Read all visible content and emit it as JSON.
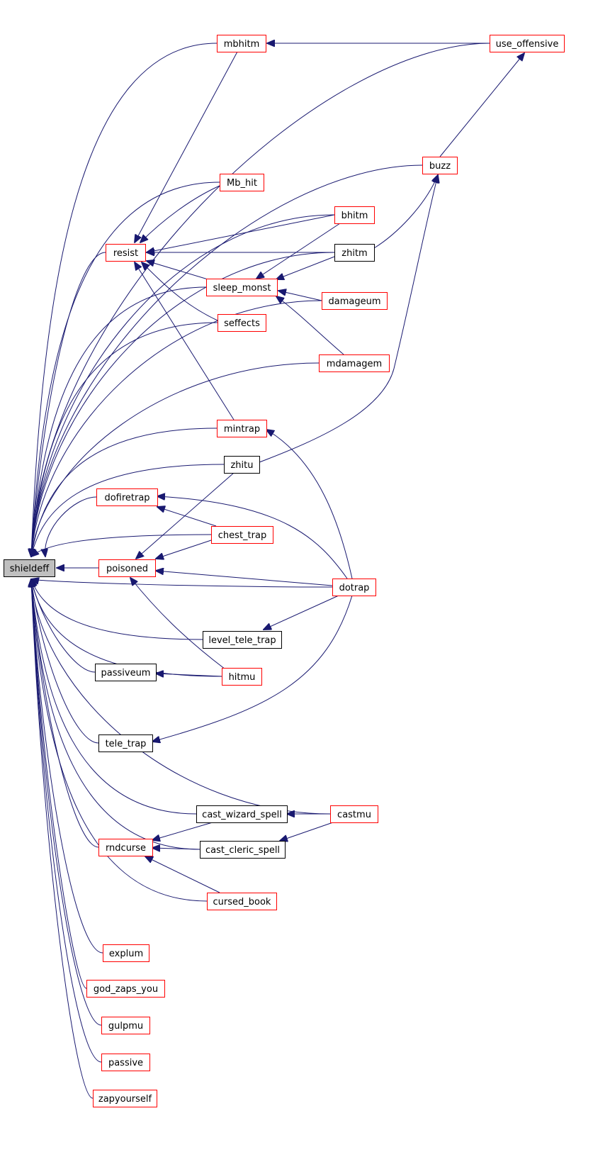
{
  "colors": {
    "edge": "#191970",
    "border_red": "#ff0000",
    "border_black": "#000000",
    "root_fill": "#bfbfbf",
    "fill": "#ffffff"
  },
  "graph": {
    "root": "shieldeff",
    "nodes": [
      {
        "id": "shieldeff",
        "label": "shieldeff",
        "style": "root"
      },
      {
        "id": "mbhitm",
        "label": "mbhitm",
        "style": "red"
      },
      {
        "id": "use_offensive",
        "label": "use_offensive",
        "style": "red"
      },
      {
        "id": "buzz",
        "label": "buzz",
        "style": "red"
      },
      {
        "id": "Mb_hit",
        "label": "Mb_hit",
        "style": "red"
      },
      {
        "id": "bhitm",
        "label": "bhitm",
        "style": "red"
      },
      {
        "id": "resist",
        "label": "resist",
        "style": "red"
      },
      {
        "id": "zhitm",
        "label": "zhitm",
        "style": "black"
      },
      {
        "id": "sleep_monst",
        "label": "sleep_monst",
        "style": "red"
      },
      {
        "id": "damageum",
        "label": "damageum",
        "style": "red"
      },
      {
        "id": "seffects",
        "label": "seffects",
        "style": "red"
      },
      {
        "id": "mdamagem",
        "label": "mdamagem",
        "style": "red"
      },
      {
        "id": "mintrap",
        "label": "mintrap",
        "style": "red"
      },
      {
        "id": "zhitu",
        "label": "zhitu",
        "style": "black"
      },
      {
        "id": "dofiretrap",
        "label": "dofiretrap",
        "style": "red"
      },
      {
        "id": "chest_trap",
        "label": "chest_trap",
        "style": "red"
      },
      {
        "id": "poisoned",
        "label": "poisoned",
        "style": "red"
      },
      {
        "id": "dotrap",
        "label": "dotrap",
        "style": "red"
      },
      {
        "id": "level_tele_trap",
        "label": "level_tele_trap",
        "style": "black"
      },
      {
        "id": "passiveum",
        "label": "passiveum",
        "style": "black"
      },
      {
        "id": "hitmu",
        "label": "hitmu",
        "style": "red"
      },
      {
        "id": "tele_trap",
        "label": "tele_trap",
        "style": "black"
      },
      {
        "id": "cast_wizard_spell",
        "label": "cast_wizard_spell",
        "style": "black"
      },
      {
        "id": "castmu",
        "label": "castmu",
        "style": "red"
      },
      {
        "id": "rndcurse",
        "label": "rndcurse",
        "style": "red"
      },
      {
        "id": "cast_cleric_spell",
        "label": "cast_cleric_spell",
        "style": "black"
      },
      {
        "id": "cursed_book",
        "label": "cursed_book",
        "style": "red"
      },
      {
        "id": "explum",
        "label": "explum",
        "style": "red"
      },
      {
        "id": "god_zaps_you",
        "label": "god_zaps_you",
        "style": "red"
      },
      {
        "id": "gulpmu",
        "label": "gulpmu",
        "style": "red"
      },
      {
        "id": "passive",
        "label": "passive",
        "style": "red"
      },
      {
        "id": "zapyourself",
        "label": "zapyourself",
        "style": "red"
      }
    ],
    "edges": [
      {
        "from": "mbhitm",
        "to": "shieldeff"
      },
      {
        "from": "use_offensive",
        "to": "shieldeff"
      },
      {
        "from": "buzz",
        "to": "shieldeff"
      },
      {
        "from": "zhitm",
        "to": "shieldeff"
      },
      {
        "from": "bhitm",
        "to": "shieldeff"
      },
      {
        "from": "Mb_hit",
        "to": "shieldeff"
      },
      {
        "from": "resist",
        "to": "shieldeff"
      },
      {
        "from": "sleep_monst",
        "to": "shieldeff"
      },
      {
        "from": "seffects",
        "to": "shieldeff"
      },
      {
        "from": "damageum",
        "to": "shieldeff"
      },
      {
        "from": "mdamagem",
        "to": "shieldeff"
      },
      {
        "from": "mintrap",
        "to": "shieldeff"
      },
      {
        "from": "zhitu",
        "to": "shieldeff"
      },
      {
        "from": "dofiretrap",
        "to": "shieldeff"
      },
      {
        "from": "chest_trap",
        "to": "shieldeff"
      },
      {
        "from": "poisoned",
        "to": "shieldeff"
      },
      {
        "from": "dotrap",
        "to": "shieldeff"
      },
      {
        "from": "level_tele_trap",
        "to": "shieldeff"
      },
      {
        "from": "passiveum",
        "to": "shieldeff"
      },
      {
        "from": "hitmu",
        "to": "shieldeff"
      },
      {
        "from": "tele_trap",
        "to": "shieldeff"
      },
      {
        "from": "castmu",
        "to": "shieldeff"
      },
      {
        "from": "cast_wizard_spell",
        "to": "shieldeff"
      },
      {
        "from": "rndcurse",
        "to": "shieldeff"
      },
      {
        "from": "cast_cleric_spell",
        "to": "shieldeff"
      },
      {
        "from": "cursed_book",
        "to": "shieldeff"
      },
      {
        "from": "explum",
        "to": "shieldeff"
      },
      {
        "from": "god_zaps_you",
        "to": "shieldeff"
      },
      {
        "from": "gulpmu",
        "to": "shieldeff"
      },
      {
        "from": "passive",
        "to": "shieldeff"
      },
      {
        "from": "zapyourself",
        "to": "shieldeff"
      },
      {
        "from": "use_offensive",
        "to": "mbhitm"
      },
      {
        "from": "buzz",
        "to": "use_offensive"
      },
      {
        "from": "zhitm",
        "to": "buzz"
      },
      {
        "from": "zhitu",
        "to": "buzz"
      },
      {
        "from": "mbhitm",
        "to": "resist"
      },
      {
        "from": "Mb_hit",
        "to": "resist"
      },
      {
        "from": "bhitm",
        "to": "resist"
      },
      {
        "from": "zhitm",
        "to": "resist"
      },
      {
        "from": "sleep_monst",
        "to": "resist"
      },
      {
        "from": "seffects",
        "to": "resist"
      },
      {
        "from": "mintrap",
        "to": "resist"
      },
      {
        "from": "bhitm",
        "to": "sleep_monst"
      },
      {
        "from": "zhitm",
        "to": "sleep_monst"
      },
      {
        "from": "damageum",
        "to": "sleep_monst"
      },
      {
        "from": "mdamagem",
        "to": "sleep_monst"
      },
      {
        "from": "dotrap",
        "to": "mintrap"
      },
      {
        "from": "chest_trap",
        "to": "dofiretrap"
      },
      {
        "from": "dotrap",
        "to": "dofiretrap"
      },
      {
        "from": "zhitu",
        "to": "poisoned"
      },
      {
        "from": "chest_trap",
        "to": "poisoned"
      },
      {
        "from": "dotrap",
        "to": "poisoned"
      },
      {
        "from": "hitmu",
        "to": "poisoned"
      },
      {
        "from": "dotrap",
        "to": "level_tele_trap"
      },
      {
        "from": "hitmu",
        "to": "passiveum"
      },
      {
        "from": "dotrap",
        "to": "tele_trap"
      },
      {
        "from": "castmu",
        "to": "cast_wizard_spell"
      },
      {
        "from": "castmu",
        "to": "cast_cleric_spell"
      },
      {
        "from": "cast_wizard_spell",
        "to": "rndcurse"
      },
      {
        "from": "cast_cleric_spell",
        "to": "rndcurse"
      },
      {
        "from": "cursed_book",
        "to": "rndcurse"
      }
    ]
  }
}
